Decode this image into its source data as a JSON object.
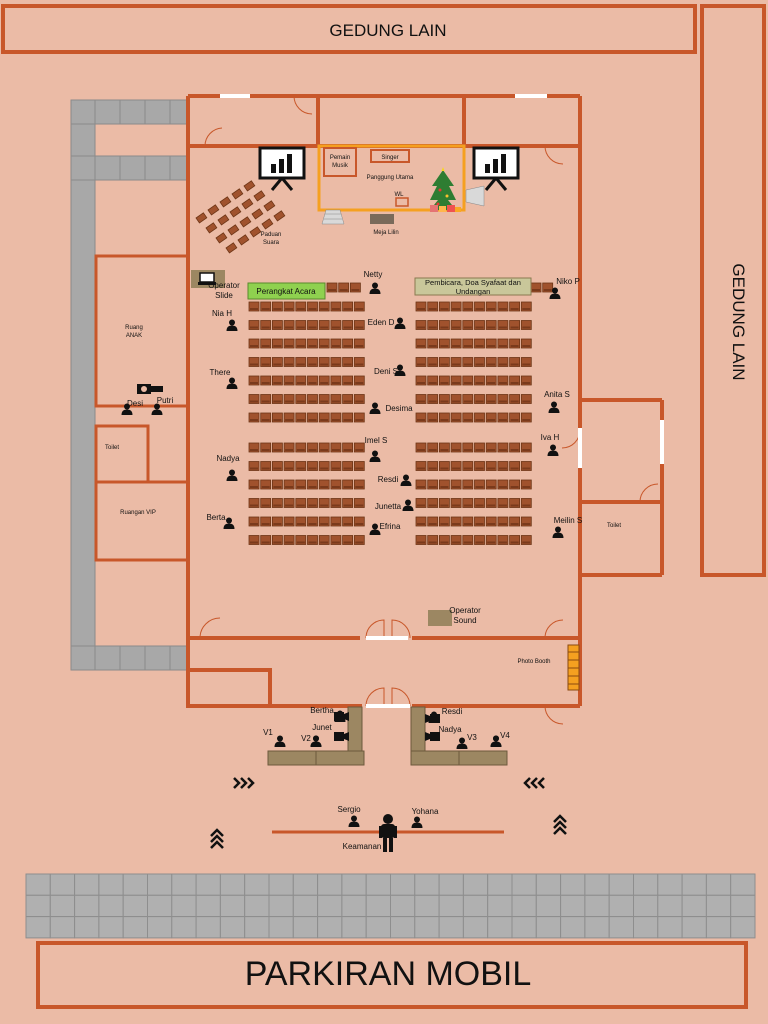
{
  "labels": {
    "gedung_top": "GEDUNG LAIN",
    "gedung_right": "GEDUNG LAIN",
    "parkiran": "PARKIRAN MOBIL",
    "ruang_anak": [
      "Ruang",
      "ANAK"
    ],
    "toilet_left": "Toilet",
    "ruangan_vip": "Ruangan VIP",
    "toilet_right": "Toilet",
    "photo_booth": "Photo Booth",
    "pemain_musik": [
      "Pemain",
      "Musik"
    ],
    "singer": "Singer",
    "panggung_utama": "Panggung Utama",
    "wl": "WL",
    "meja_lilin": "Meja Lilin",
    "paduan_suara": [
      "Paduan",
      "Suara"
    ],
    "operator_slide": [
      "Operator",
      "Slide"
    ],
    "operator_sound": [
      "Operator",
      "Sound"
    ],
    "perangkat_acara": "Perangkat Acara",
    "pembicara": [
      "Pembicara, Doa Syafaat dan",
      "Undangan"
    ],
    "keamanan": "Keamanan"
  },
  "people": {
    "netty": "Netty",
    "niko": "Niko P",
    "nia": "Nia H",
    "eden": "Eden D",
    "there": "There",
    "deni": "Deni S",
    "desima": "Desima",
    "anita": "Anita S",
    "imel": "Imel S",
    "iva": "Iva H",
    "nadya": "Nadya",
    "resdi": "Resdi",
    "junetta": "Junetta",
    "berta": "Berta",
    "efrina": "Efrina",
    "meilin": "Meilin S",
    "desi": "Desi",
    "putri": "Putri",
    "bertha2": "Bertha",
    "junet": "Junet",
    "v1": "V1",
    "v2": "V2",
    "resdi2": "Resdi",
    "nadya2": "Nadya",
    "v3": "V3",
    "v4": "V4",
    "sergio": "Sergio",
    "yohana": "Yohana"
  },
  "colors": {
    "background": "#ebbba6",
    "wall": "#c8572a",
    "seat": "#a0522d",
    "seat_dark": "#7a3a1c",
    "grey_block": "#a8a8a8",
    "parking_tile": "#b0b0b0",
    "perangkat_bg": "#8fd14f",
    "pembicara_bg": "#c9c79a",
    "bench": "#9c8762",
    "photo_booth_bg": "#f5a020",
    "person": "#111111"
  }
}
